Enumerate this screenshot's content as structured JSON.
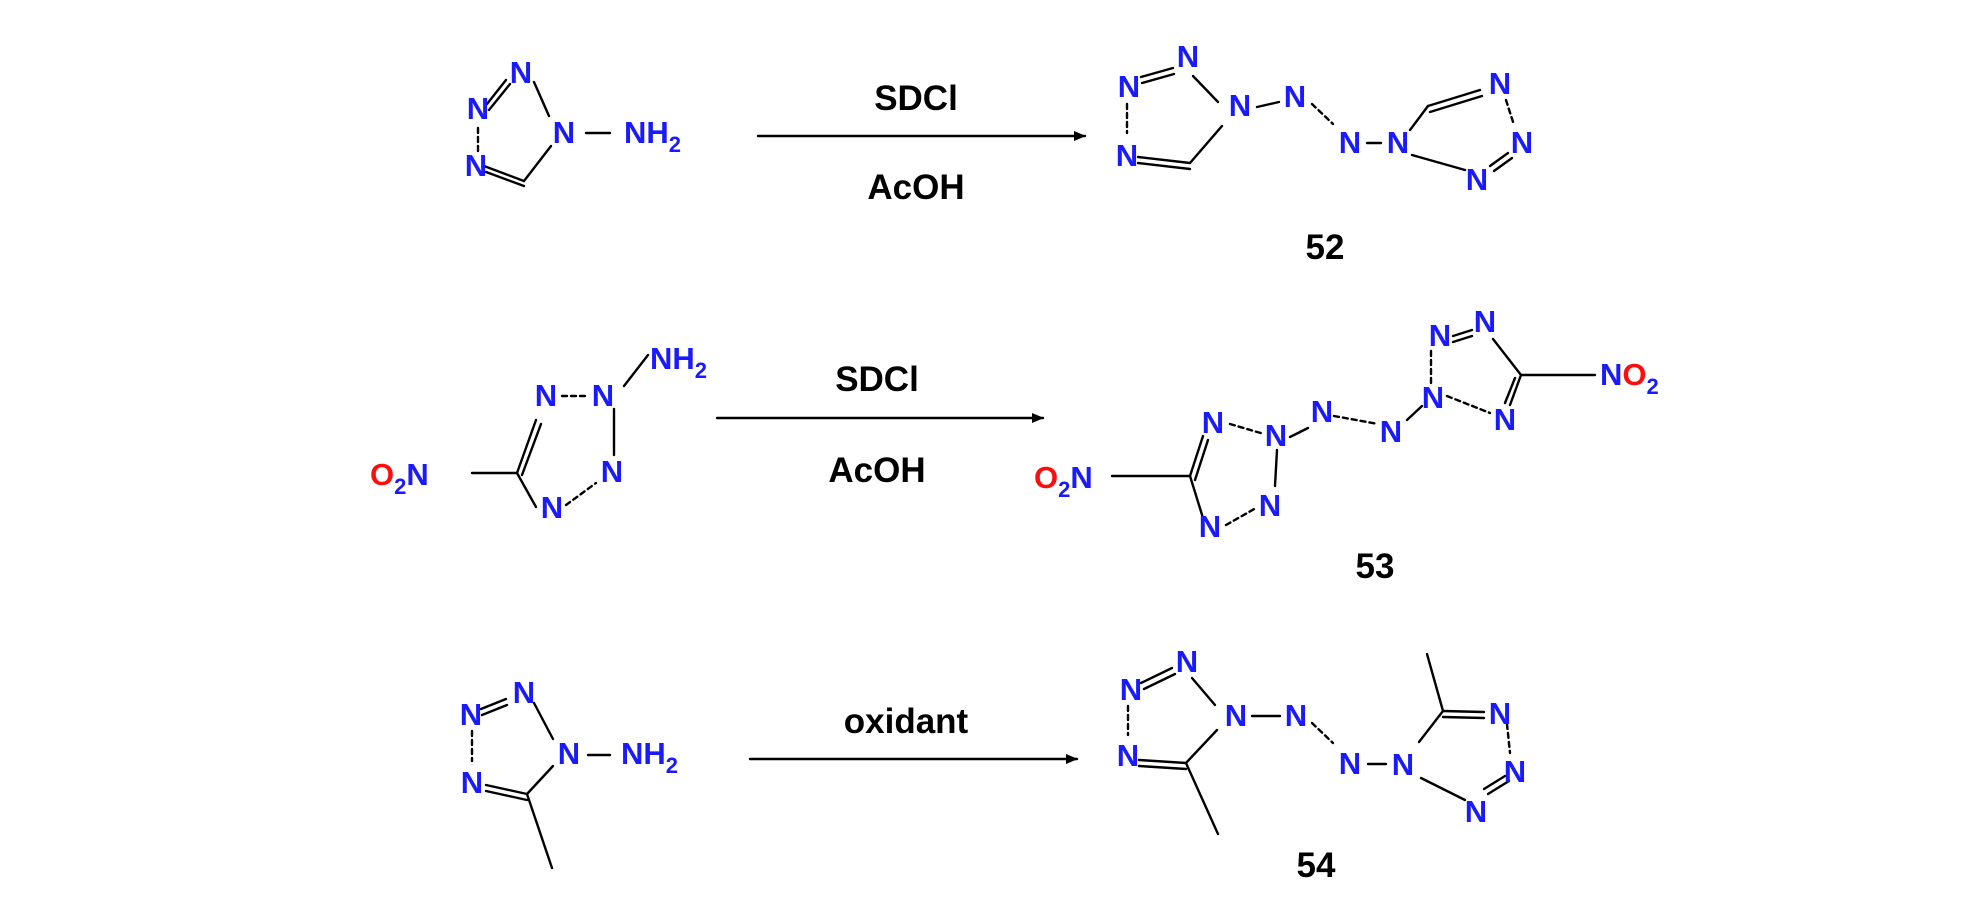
{
  "figure": {
    "atom_labels": {
      "nitrogen": "N",
      "oxygen": "O",
      "amine": "NH",
      "subscript_two": "2"
    },
    "colors": {
      "nitrogen": "#1a1aff",
      "oxygen": "#ff0d0d",
      "bond": "#000000"
    },
    "reactions": [
      {
        "conditions_above": "SDCl",
        "conditions_below": "AcOH",
        "product_label": "52"
      },
      {
        "conditions_above": "SDCl",
        "conditions_below": "AcOH",
        "product_label": "53"
      },
      {
        "conditions_above": "oxidant",
        "conditions_below": "",
        "product_label": "54"
      }
    ]
  }
}
